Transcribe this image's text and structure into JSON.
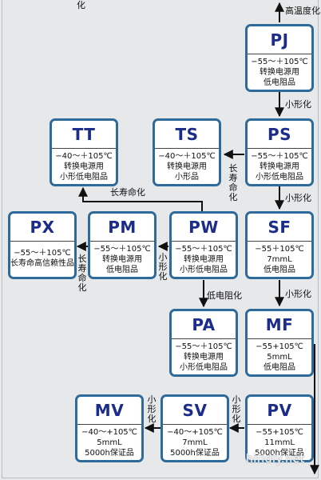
{
  "colors": {
    "box_border": "#2e6a9a",
    "code_text": "#1c2c8a",
    "background": "#e6e8ea",
    "wire": "#111111"
  },
  "boxes": {
    "PJ": {
      "code": "PJ",
      "lines": [
        "−55～＋105℃",
        "转换电源用",
        "低电阻品"
      ]
    },
    "PS": {
      "code": "PS",
      "lines": [
        "−55～＋105℃",
        "转换电源用",
        "小形低电阻品"
      ]
    },
    "TS": {
      "code": "TS",
      "lines": [
        "−40～＋105℃",
        "转换电源用",
        "小形品"
      ]
    },
    "TT": {
      "code": "TT",
      "lines": [
        "−40～＋105℃",
        "转换电源用",
        "小形低电阻品"
      ]
    },
    "SF": {
      "code": "SF",
      "lines": [
        "−55＋105℃",
        "7mmL",
        "低电阻品"
      ]
    },
    "PW": {
      "code": "PW",
      "lines": [
        "−55～＋105℃",
        "转换电源用",
        "小形低电阻品"
      ]
    },
    "PM": {
      "code": "PM",
      "lines": [
        "−55～＋105℃",
        "转换电源用",
        "低电阻品"
      ]
    },
    "PX": {
      "code": "PX",
      "lines": [
        "−55～＋105℃",
        "长寿命高信赖性品"
      ]
    },
    "PA": {
      "code": "PA",
      "lines": [
        "−55～＋105℃",
        "转换电源用",
        "小形低电阻品"
      ]
    },
    "MF": {
      "code": "MF",
      "lines": [
        "−55+105℃",
        "5mmL",
        "低电阻品"
      ]
    },
    "PV": {
      "code": "PV",
      "lines": [
        "−55+105℃",
        "11mmL",
        "5000h保证品"
      ]
    },
    "SV": {
      "code": "SV",
      "lines": [
        "−40～+105℃",
        "7mmL",
        "5000h保证品"
      ]
    },
    "MV": {
      "code": "MV",
      "lines": [
        "−40～+105℃",
        "5mmL",
        "5000h保证品"
      ]
    }
  },
  "labels": {
    "top_cut": "化",
    "high_temp": "高温度化",
    "pj_ps": "小形化",
    "ps_sf": "小形化",
    "sf_mf": "小形化",
    "ps_ts": "长寿命化",
    "pw_tt": "长寿命化",
    "pw_pa": "低电阻化",
    "pw_pm": "小形化",
    "pm_px": "长寿命化",
    "pv_sv": "小形化",
    "sv_mv": "小形化"
  },
  "watermark": "hifidiy.net"
}
